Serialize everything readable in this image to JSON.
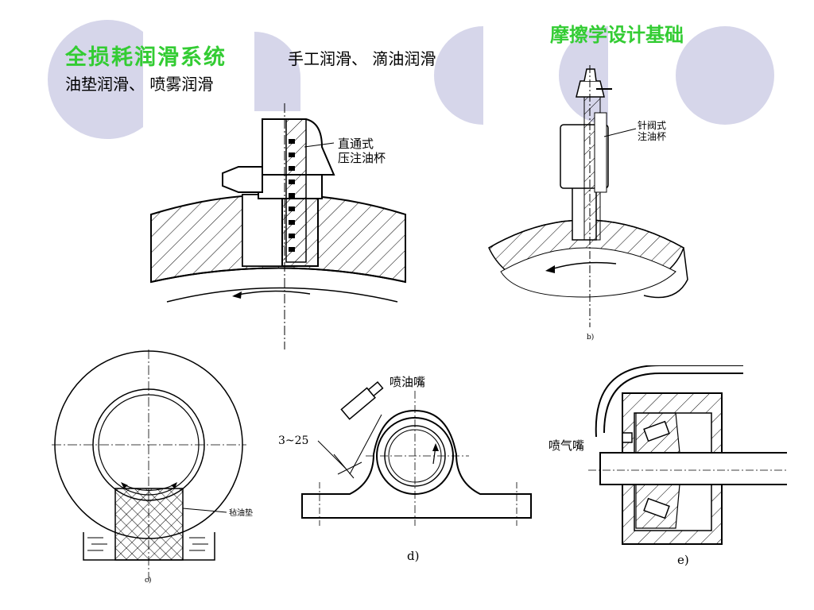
{
  "header": {
    "course_title": "摩擦学设计基础",
    "slide_title": "全损耗润滑系统",
    "methods_line1": "手工润滑、 滴油润滑",
    "methods_line2": "油垫润滑、 喷雾润滑"
  },
  "figures": {
    "a": {
      "callout": "直通式\n压注油杯",
      "callout_line1": "直通式",
      "callout_line2": "压注油杯"
    },
    "b": {
      "callout_line1": "针阀式",
      "callout_line2": "注油杯",
      "caption": "b)"
    },
    "c": {
      "callout": "毡油垫",
      "caption": "c)"
    },
    "d": {
      "nozzle_label": "喷油嘴",
      "dimension": "3~25",
      "caption": "d)"
    },
    "e": {
      "nozzle_label": "喷气嘴",
      "caption": "e)"
    }
  },
  "colors": {
    "accent": "#33cc33",
    "decor": "#d6d6ea"
  }
}
